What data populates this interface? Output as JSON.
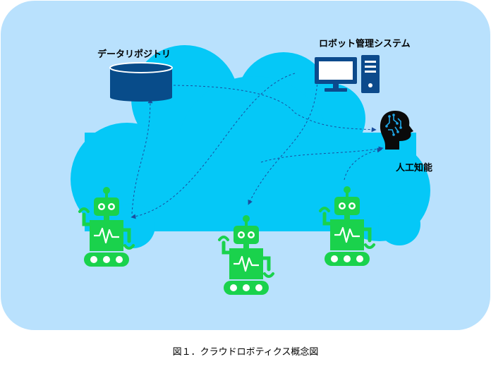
{
  "labels": {
    "repository": "データリポジトリ",
    "management": "ロボット管理システム",
    "ai": "人工知能"
  },
  "caption": "図１．クラウドロボティクス概念図",
  "icons": {
    "repository": "database-icon",
    "management": "computer-icon",
    "ai": "brain-head-icon",
    "robot": "robot-icon"
  },
  "colors": {
    "background": "#b9e1fd",
    "cloud": "#05c8f7",
    "database": "#084c8a",
    "computer": "#0c4a8c",
    "robot": "#1ad24c",
    "robot_dark": "#0b8a2e",
    "connector": "#1b4e9e",
    "head": "#0a0a0a",
    "brain_circuit": "#1fa7e8"
  }
}
